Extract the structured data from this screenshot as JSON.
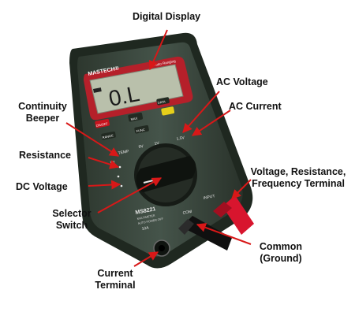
{
  "labels": {
    "digital_display": "Digital Display",
    "ac_voltage": "AC Voltage",
    "ac_current": "AC Current",
    "continuity_beeper": "Continuity\nBeeper",
    "resistance": "Resistance",
    "dc_voltage": "DC Voltage",
    "selector_switch": "Selector\nSwitch",
    "vrf_terminal": "Voltage, Resistance,\nFrequency Terminal",
    "common_ground": "Common\n(Ground)",
    "current_terminal": "Current\nTerminal"
  },
  "device": {
    "brand": "MASTECH®",
    "mode_text": "Auto Ranging",
    "display_reading": "0.L",
    "model": "MS8221",
    "model_line1": "MULTIMETER",
    "model_line2": "AUTO POWER OFF",
    "buttons": {
      "on_off": "ON/OFF",
      "max": "MAX",
      "data": "DATA",
      "range": "RANGE",
      "func": "FUNC",
      "light": ""
    },
    "dial_marks": {
      "temp": "TEMP",
      "v1": "9V",
      "v2": "1V",
      "v3": "1.5V",
      "hz": "Hz"
    },
    "jacks": {
      "input": "INPUT",
      "com": "COM",
      "amp": "10A"
    }
  },
  "colors": {
    "arrow": "#d81818",
    "body": "#3c4a3d",
    "body_dark": "#273027",
    "lcd": "#b9c0ab",
    "probe_red": "#d8152e"
  }
}
